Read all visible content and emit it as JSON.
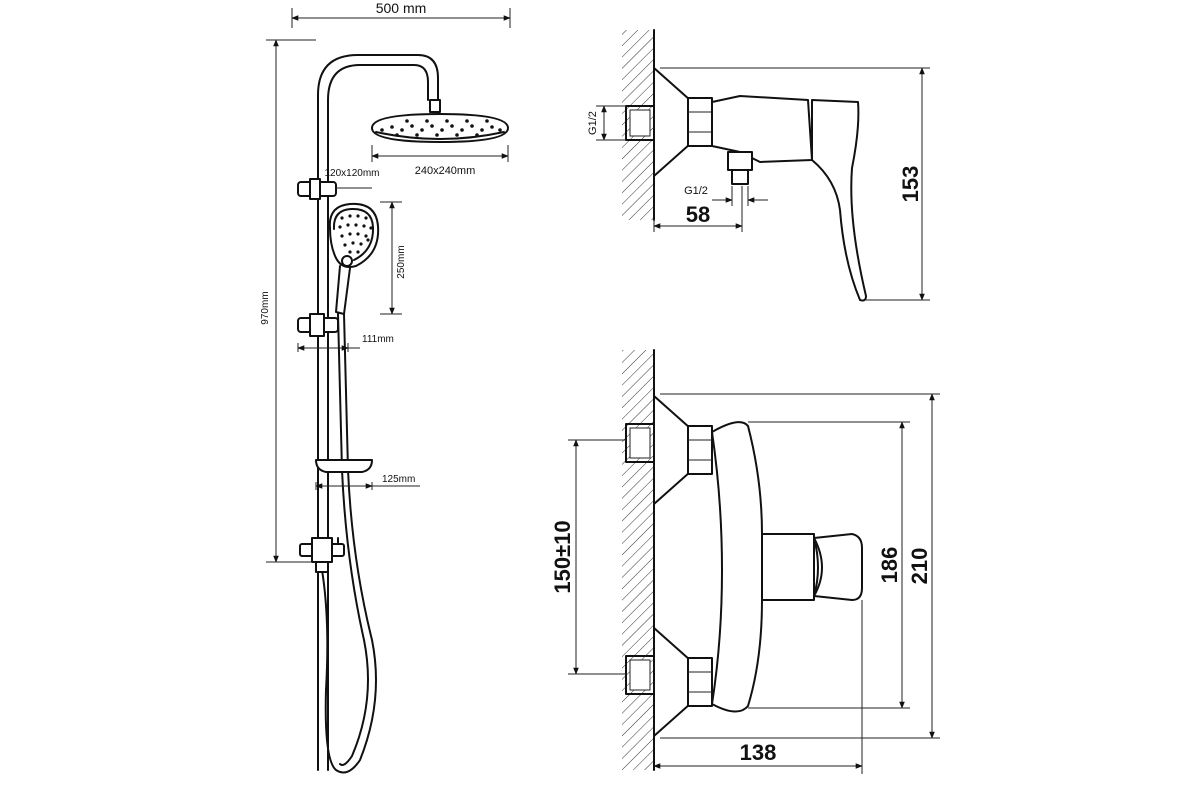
{
  "shower_set": {
    "width_label": "500 mm",
    "head_size_label": "240x240mm",
    "holder_size_label": "120x120mm",
    "handshower_length_label": "250mm",
    "slider_offset_label": "111mm",
    "total_height_label": "970mm",
    "soap_dish_label": "125mm"
  },
  "mixer_side": {
    "inlet_thread_label": "G1/2",
    "outlet_thread_label": "G1/2",
    "depth_label": "58",
    "height_label": "153"
  },
  "mixer_front": {
    "centers_label": "150±10",
    "inner_height_label": "186",
    "outer_height_label": "210",
    "projection_label": "138"
  }
}
